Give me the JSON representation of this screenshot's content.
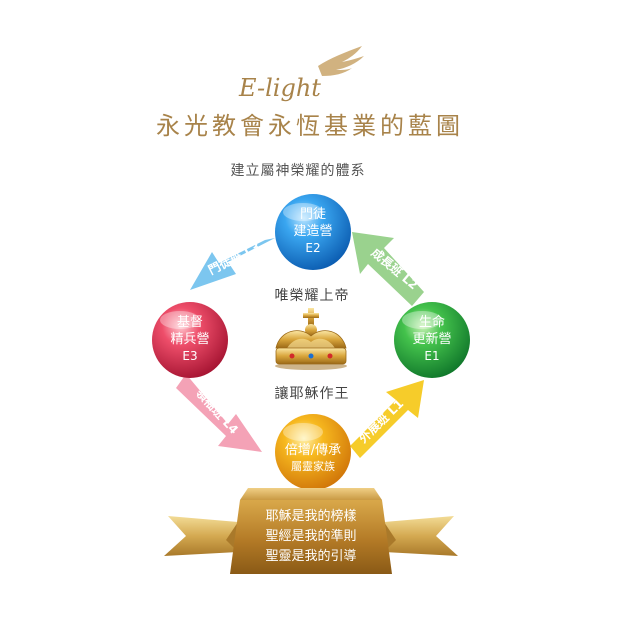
{
  "logo": {
    "text": "E-light"
  },
  "title": "永光教會永恆基業的藍圖",
  "subtitle": "建立屬神榮耀的體系",
  "center": {
    "top_text": "唯榮耀上帝",
    "bottom_text": "讓耶穌作王"
  },
  "nodes": {
    "e2": {
      "line1": "門徒",
      "line2": "建造營",
      "code": "E2",
      "color": "#1e8fe0"
    },
    "e1": {
      "line1": "生命",
      "line2": "更新營",
      "code": "E1",
      "color": "#2fb34a"
    },
    "e3": {
      "line1": "基督",
      "line2": "精兵營",
      "code": "E3",
      "color": "#e23b5a"
    },
    "bottom": {
      "line1": "倍增/傳承",
      "line2": "屬靈家族",
      "color": "#f2a50c"
    }
  },
  "arrows": {
    "l1": {
      "label": "外展班 L1",
      "color": "#f6cc2a"
    },
    "l2": {
      "label": "成長班 L2",
      "color": "#9ad28e"
    },
    "l3": {
      "label": "門徒班 L3",
      "color": "#7cc6ef"
    },
    "l4": {
      "label": "領袖班 L4",
      "color": "#f4a2b6"
    }
  },
  "pedestal": {
    "line1": "耶穌是我的榜樣",
    "line2": "聖經是我的準則",
    "line3": "聖靈是我的引導"
  },
  "colors": {
    "title_gold": "#a8834a",
    "subtitle_gray": "#555555",
    "pedestal_gold": "#c08a30",
    "ribbon_gold": "#d9b560"
  }
}
